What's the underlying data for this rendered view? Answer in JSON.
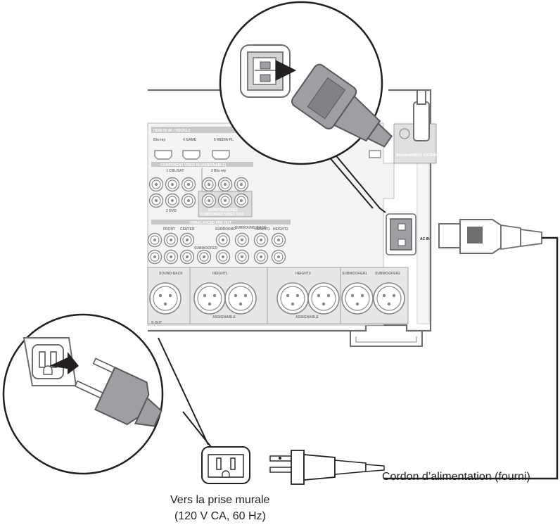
{
  "panel": {
    "hdmi_header": "HDMI IN   4K / HDCP2.2",
    "hdmi_inputs": [
      "Blu-ray",
      "4 GAME",
      "5 MEDIA PL"
    ],
    "component_in_header": "COMPONENT VIDEO IN (ASSIGNABLE)",
    "component_groups": [
      "1 CBL/SAT",
      "2 Blu-ray"
    ],
    "dvd_label": "2 DVD",
    "monitor_out_label": "MONITOR/ZONE2",
    "component_out_label": "COMPONENT VIDEO OUT",
    "pre_out_header": "UNBALANCED PRE OUT",
    "pre_out_channels": [
      "FRONT",
      "CENTER",
      "SURROUND",
      "SURROUND BACK",
      "HEIGHT1",
      "HEIGHT2"
    ],
    "subwoofer_label": "SUBWOOFER",
    "xlr_groups": [
      "SOUND BACK",
      "HEIGHT1",
      "HEIGHT2",
      "SUBWOOFER1",
      "SUBWOOFER2"
    ],
    "assignable_label": "ASSIGNABLE",
    "out_label": "S OUT",
    "antenna_label": "Bluetooth/Wi-Fi ANTENNA",
    "ac_in_label": "AC IN"
  },
  "captions": {
    "cord": "Cordon d’alimentation (fourni)",
    "outlet_line1": "Vers la prise murale",
    "outlet_line2": "(120 V CA, 60 Hz)"
  },
  "icons": [
    "power-inlet-icon",
    "iec-plug-icon",
    "wall-outlet-icon",
    "ac-plug-icon",
    "arrow-icon",
    "antenna-icon"
  ]
}
